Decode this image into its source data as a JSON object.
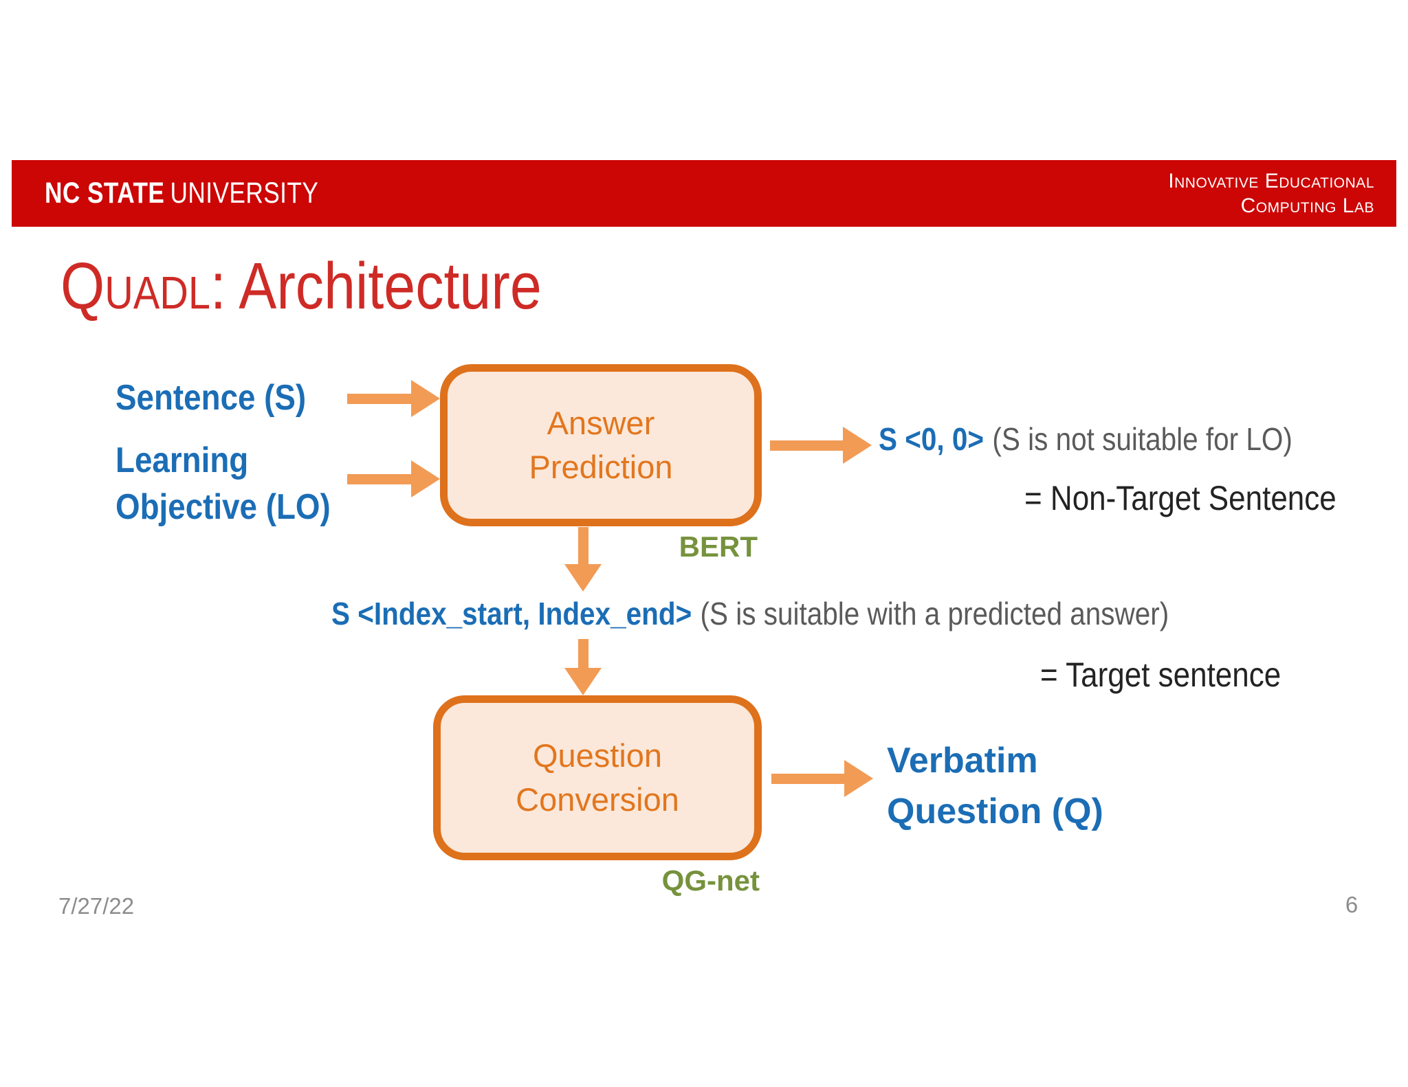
{
  "header": {
    "brand_bold": "NC STATE",
    "brand_regular": "UNIVERSITY",
    "lab_line1": "Innovative Educational",
    "lab_line2": "Computing Lab"
  },
  "title": {
    "smallcaps": "Quadl",
    "rest": ": Architecture"
  },
  "diagram": {
    "inputs": {
      "sentence_label": "Sentence (S)",
      "lo_line1": "Learning",
      "lo_line2": "Objective (LO)"
    },
    "answer_box": {
      "line1": "Answer",
      "line2": "Prediction",
      "model": "BERT"
    },
    "question_box": {
      "line1": "Question",
      "line2": "Conversion",
      "model": "QG-net"
    },
    "non_target": {
      "code": "S <0, 0>",
      "note": "(S is not suitable for LO)",
      "equals": "= Non-Target Sentence"
    },
    "target": {
      "code": "S <Index_start, Index_end>",
      "note": "(S is suitable with a predicted answer)",
      "equals": "= Target sentence"
    },
    "output": {
      "line1": "Verbatim",
      "line2": "Question (Q)"
    }
  },
  "footer": {
    "date": "7/27/22",
    "page": "6"
  },
  "colors": {
    "banner_red": "#CC0505",
    "title_red": "#CE2B26",
    "blue": "#1B6DB5",
    "box_border": "#DE711C",
    "box_fill": "#FBE8DA",
    "box_text": "#E2761E",
    "arrow": "#F29B55",
    "green": "#76923D",
    "note_gray": "#5A5A5A",
    "dark": "#232323",
    "footer_gray": "#8C8C8C"
  }
}
